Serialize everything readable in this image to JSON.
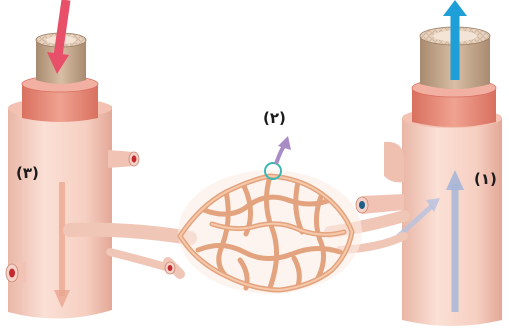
{
  "labels": {
    "one": "(١)",
    "two": "(٢)",
    "three": "(٣)"
  },
  "colors": {
    "vessel_body": "#f7d3c6",
    "vessel_shadow": "#e9b3a3",
    "muscle_layer": "#e88d7d",
    "outer_layer": "#c9a98c",
    "capillary": "#e3a37f",
    "arrow_in": "#e8506a",
    "arrow_out": "#1e9fd8",
    "arrow_up_faint": "#a6b6d8",
    "marker_ring": "#3bb7b2",
    "arrow_purple": "#a98bc6"
  },
  "icons": {
    "left_vessel_arrow": "arrow-down-icon",
    "right_vessel_arrow": "arrow-up-icon",
    "capillary_exchange_arrow": "arrow-up-icon"
  }
}
